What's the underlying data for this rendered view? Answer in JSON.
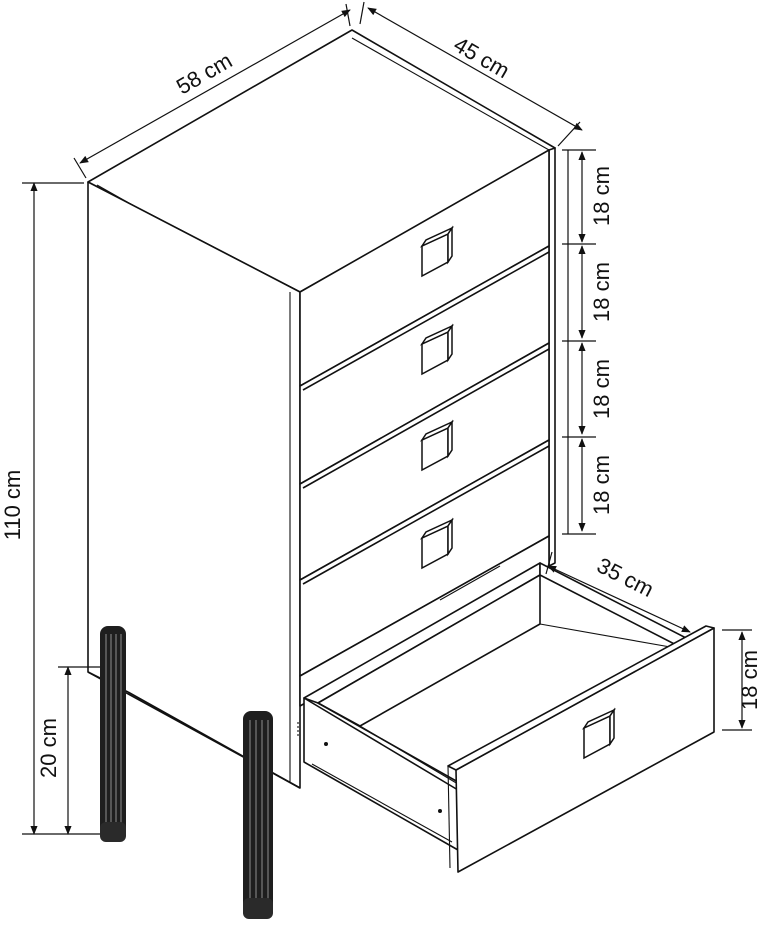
{
  "dimensions": {
    "width": "58 cm",
    "depth": "45 cm",
    "height": "110 cm",
    "leg_height": "20 cm",
    "drawer_depth": "35 cm",
    "drawer_heights": [
      "18 cm",
      "18 cm",
      "18 cm",
      "18 cm"
    ],
    "open_drawer_height": "18 cm"
  },
  "icons": {
    "arrow": "arrow-head-icon",
    "handle": "square-handle-icon",
    "leg": "fluted-leg-icon"
  }
}
